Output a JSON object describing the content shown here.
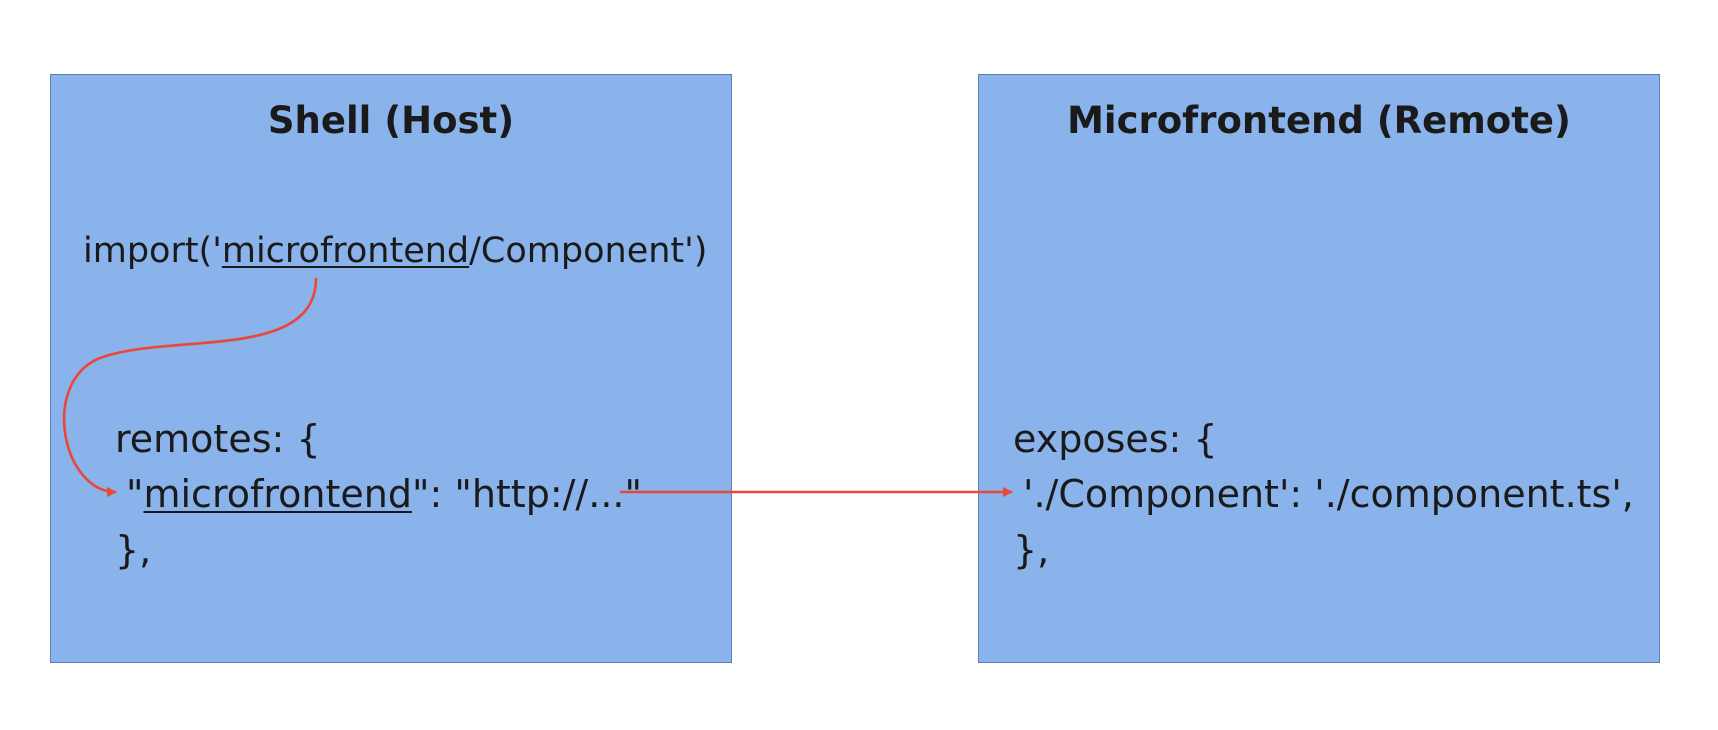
{
  "colors": {
    "box_fill": "#8ab3eb",
    "box_border": "#5b7fb8",
    "arrow": "#e8483a",
    "text": "#1a1a1a"
  },
  "host": {
    "title": "Shell (Host)",
    "import_prefix": "import('",
    "import_module": "microfrontend",
    "import_suffix": "/Component')",
    "remotes_open": "remotes: {",
    "remote_quote_open": "\"",
    "remote_key": "microfrontend",
    "remote_value": "\": \"http://...\"",
    "remotes_close": "},"
  },
  "remote": {
    "title": "Microfrontend (Remote)",
    "exposes_open": "exposes: {",
    "exposes_entry": "'./Component': './component.ts',",
    "exposes_close": "},"
  },
  "connectors": [
    {
      "from": "import-module",
      "to": "remote-key",
      "color": "#e8483a"
    },
    {
      "from": "remote-url",
      "to": "exposes-entry",
      "color": "#e8483a"
    }
  ]
}
